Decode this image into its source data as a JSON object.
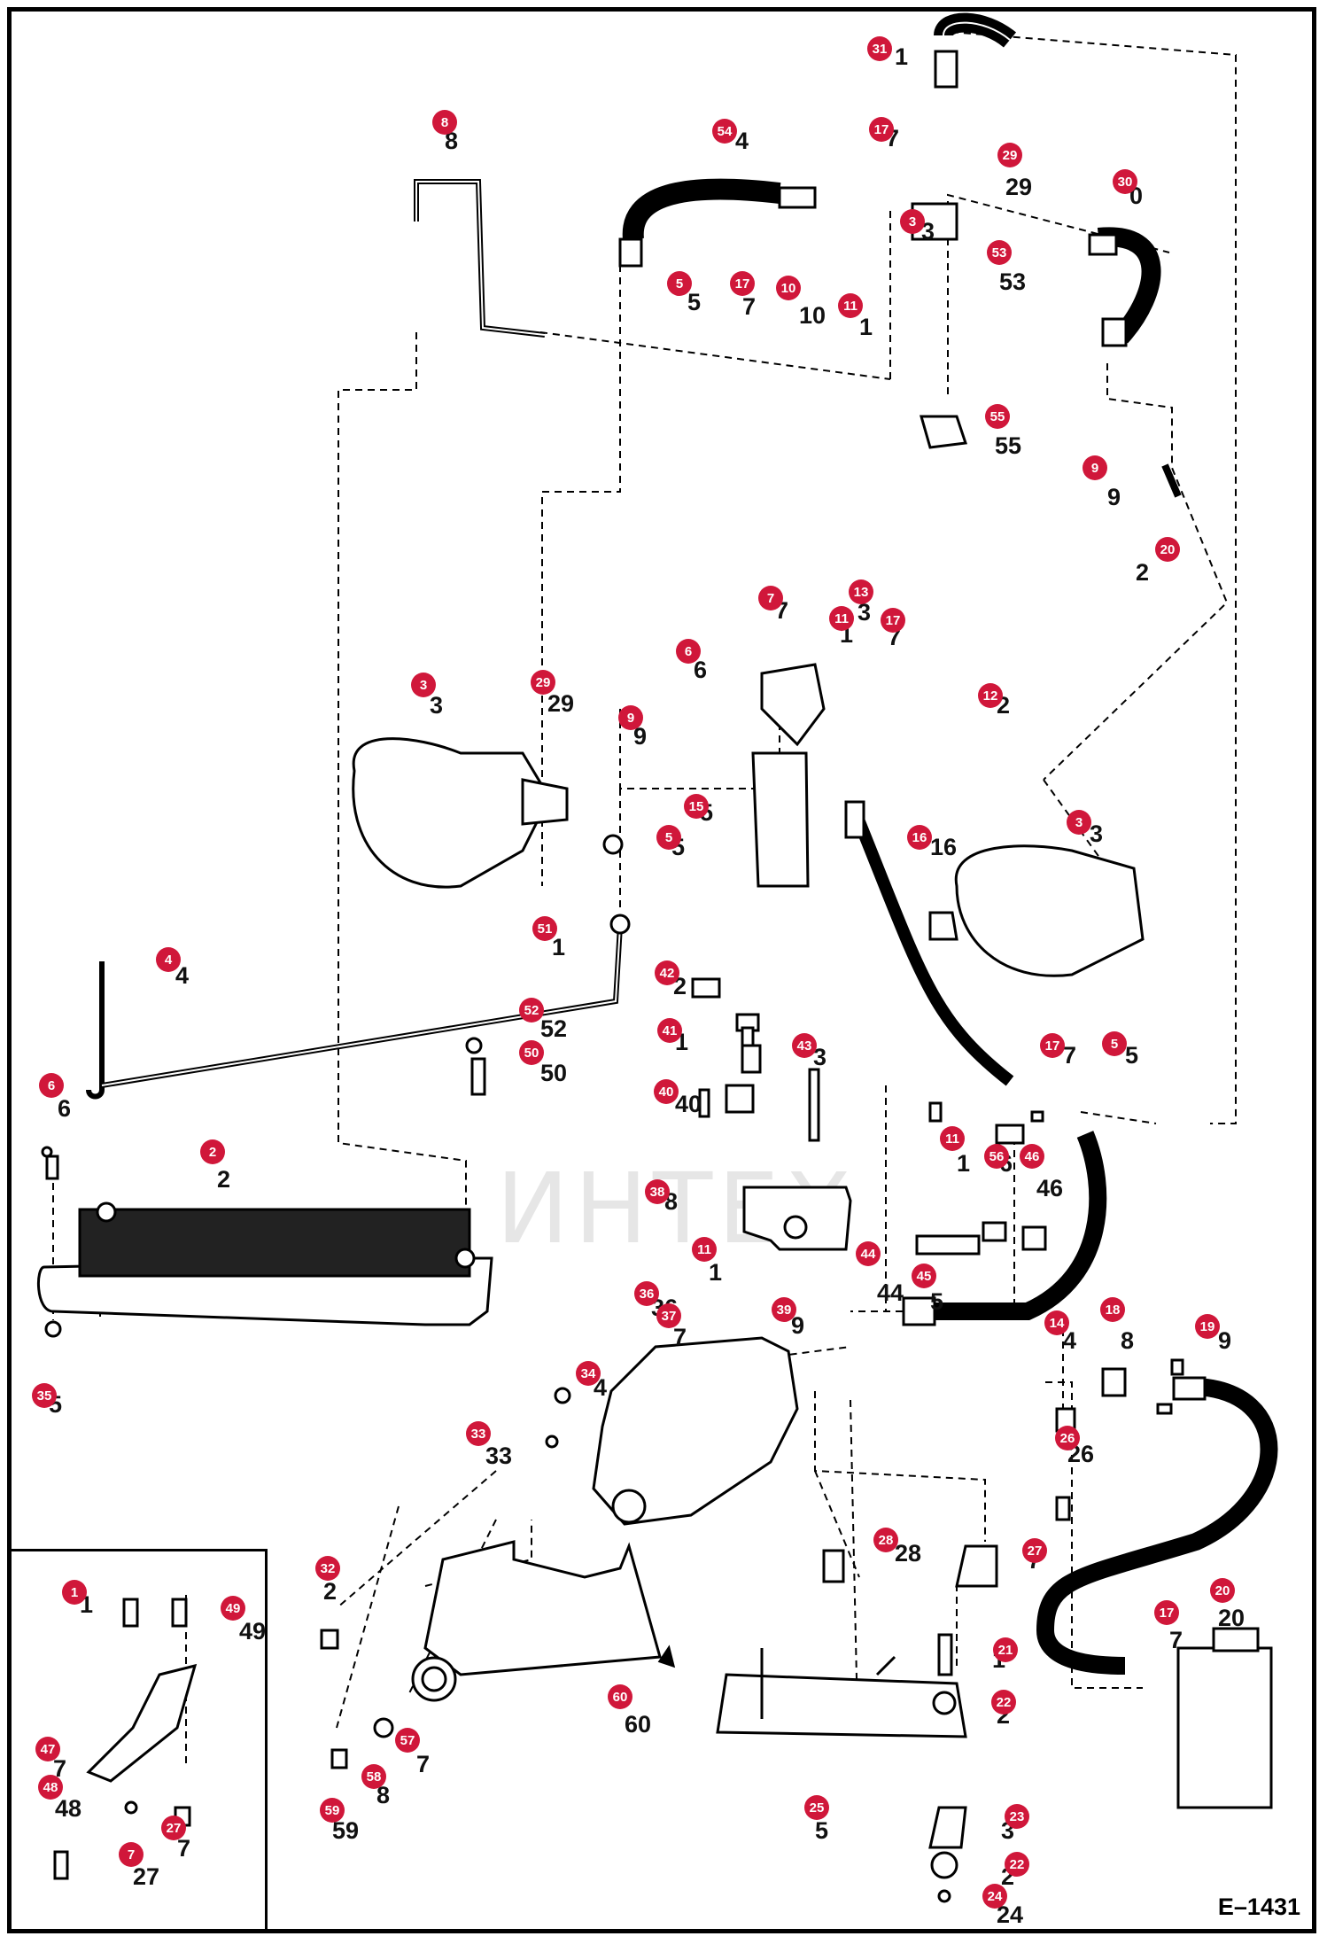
{
  "figure_code": "E–1431",
  "watermark_text": "ИНТЕХ",
  "callouts": [
    {
      "id": "31",
      "label": "1"
    },
    {
      "id": "8",
      "label": "8"
    },
    {
      "id": "54",
      "label": "4"
    },
    {
      "id": "17",
      "label": "7"
    },
    {
      "id": "29",
      "label": "29"
    },
    {
      "id": "30",
      "label": "0"
    },
    {
      "id": "3",
      "label": "3"
    },
    {
      "id": "53",
      "label": "53"
    },
    {
      "id": "5",
      "label": "5"
    },
    {
      "id": "17",
      "label": "7"
    },
    {
      "id": "10",
      "label": "10"
    },
    {
      "id": "11",
      "label": "1"
    },
    {
      "id": "55",
      "label": "55"
    },
    {
      "id": "9",
      "label": "9"
    },
    {
      "id": "20",
      "label": "2"
    },
    {
      "id": "7",
      "label": "7"
    },
    {
      "id": "13",
      "label": "3"
    },
    {
      "id": "11",
      "label": "1"
    },
    {
      "id": "17",
      "label": "7"
    },
    {
      "id": "6",
      "label": "6"
    },
    {
      "id": "12",
      "label": "2"
    },
    {
      "id": "3",
      "label": "3"
    },
    {
      "id": "29",
      "label": "29"
    },
    {
      "id": "9",
      "label": "9"
    },
    {
      "id": "15",
      "label": "5"
    },
    {
      "id": "5",
      "label": "5"
    },
    {
      "id": "16",
      "label": "16"
    },
    {
      "id": "3",
      "label": "3"
    },
    {
      "id": "51",
      "label": "1"
    },
    {
      "id": "4",
      "label": "4"
    },
    {
      "id": "42",
      "label": "2"
    },
    {
      "id": "41",
      "label": "1"
    },
    {
      "id": "52",
      "label": "52"
    },
    {
      "id": "43",
      "label": "3"
    },
    {
      "id": "50",
      "label": "50"
    },
    {
      "id": "17",
      "label": "7"
    },
    {
      "id": "5",
      "label": "5"
    },
    {
      "id": "6",
      "label": "6"
    },
    {
      "id": "40",
      "label": "40"
    },
    {
      "id": "11",
      "label": "1"
    },
    {
      "id": "56",
      "label": "6"
    },
    {
      "id": "46",
      "label": "46"
    },
    {
      "id": "2",
      "label": "2"
    },
    {
      "id": "38",
      "label": "8"
    },
    {
      "id": "44",
      "label": "44"
    },
    {
      "id": "11",
      "label": "1"
    },
    {
      "id": "45",
      "label": "5"
    },
    {
      "id": "36",
      "label": "36"
    },
    {
      "id": "37",
      "label": "7"
    },
    {
      "id": "39",
      "label": "9"
    },
    {
      "id": "35",
      "label": "5"
    },
    {
      "id": "14",
      "label": "4"
    },
    {
      "id": "18",
      "label": "8"
    },
    {
      "id": "19",
      "label": "9"
    },
    {
      "id": "34",
      "label": "4"
    },
    {
      "id": "33",
      "label": "33"
    },
    {
      "id": "26",
      "label": "26"
    },
    {
      "id": "28",
      "label": "28"
    },
    {
      "id": "27",
      "label": "7"
    },
    {
      "id": "32",
      "label": "2"
    },
    {
      "id": "20",
      "label": "20"
    },
    {
      "id": "17",
      "label": "7"
    },
    {
      "id": "1",
      "label": "1"
    },
    {
      "id": "49",
      "label": "49"
    },
    {
      "id": "21",
      "label": "1"
    },
    {
      "id": "60",
      "label": "60"
    },
    {
      "id": "22",
      "label": "2"
    },
    {
      "id": "57",
      "label": "7"
    },
    {
      "id": "47",
      "label": "7"
    },
    {
      "id": "58",
      "label": "8"
    },
    {
      "id": "48",
      "label": "48"
    },
    {
      "id": "59",
      "label": "59"
    },
    {
      "id": "25",
      "label": "5"
    },
    {
      "id": "23",
      "label": "3"
    },
    {
      "id": "27",
      "label": "7"
    },
    {
      "id": "7",
      "label": "27"
    },
    {
      "id": "22",
      "label": "2"
    },
    {
      "id": "24",
      "label": "24"
    }
  ]
}
